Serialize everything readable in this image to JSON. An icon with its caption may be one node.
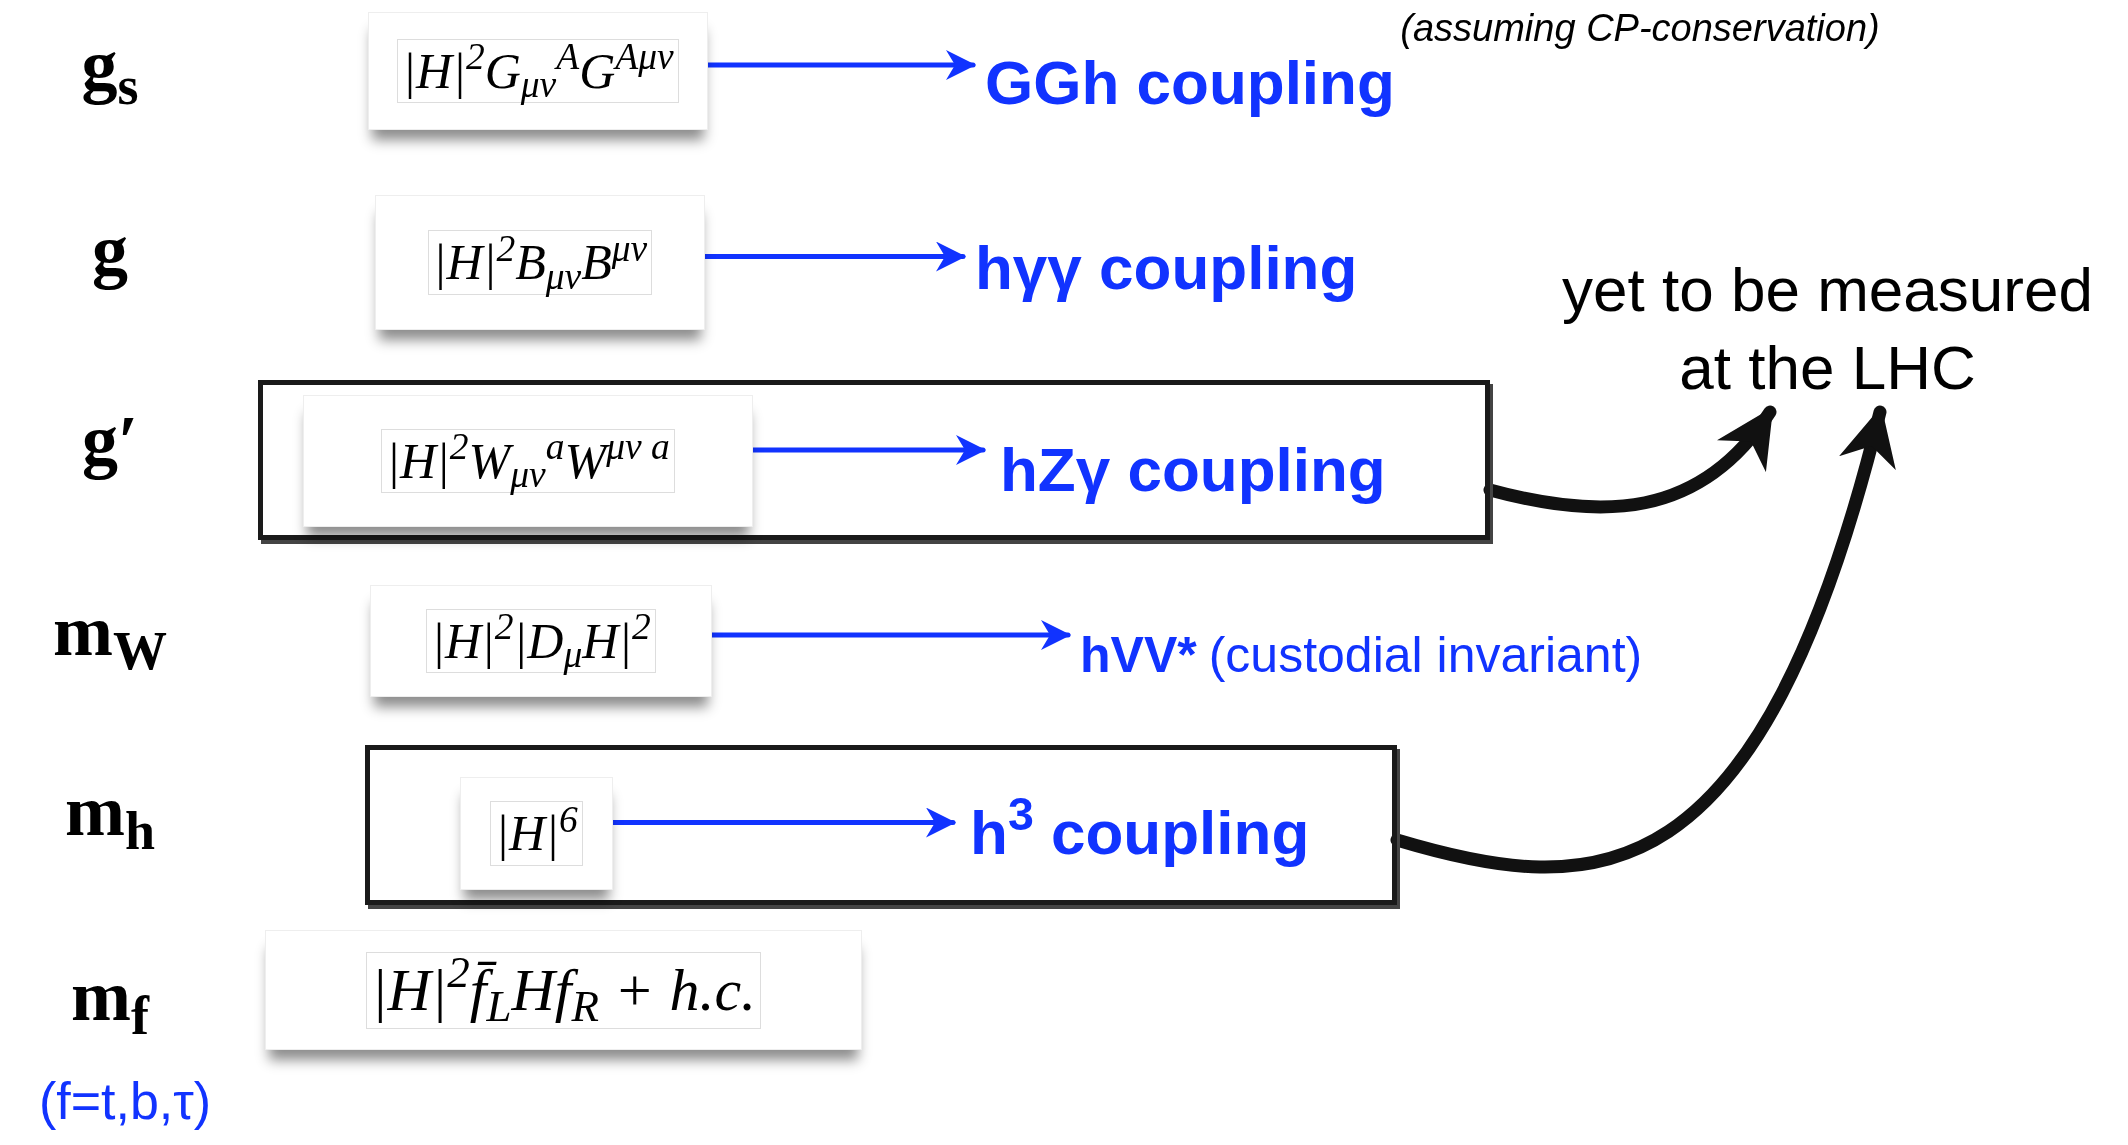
{
  "diagram": {
    "nodes": [
      {
        "text": [
          "|H|$^{2}$G$_{μν}$$^{A}$G$^{Aμν}$"
        ]
      },
      {
        "text": [
          "GGh coupling"
        ]
      },
      {
        "text": [
          "|H|$^{2}$B$_{μν}$B$^{μν}$"
        ]
      },
      {
        "text": [
          "hγγ coupling"
        ]
      },
      {
        "text": [],
        "shape": "box"
      },
      {
        "text": [
          "|H|$^{2}$W$_{μν}$$^{a}$W$^{μν a}$"
        ],
        "in": 4
      },
      {
        "text": [
          "hZγ coupling"
        ],
        "in": 4
      },
      {
        "text": [
          "|H|$^{2}$|D$_{μ}$H|$^{2}$"
        ]
      },
      {
        "text": [
          "hVV*",
          "(custodial invariant)"
        ]
      },
      {
        "text": [],
        "shape": "box"
      },
      {
        "text": [
          "|H|$^{6}$"
        ],
        "in": 9
      },
      {
        "text": [
          "h$^{3}$ coupling"
        ],
        "in": 9
      },
      {
        "text": [
          "|H|$^{2}$f̄$_{L}$Hf$_{R}$ + h.c."
        ]
      },
      {
        "text": [
          "yet to be measured at the LHC"
        ]
      }
    ],
    "edges": [
      {
        "from": 0,
        "to": 1,
        "arrow": "to"
      },
      {
        "from": 2,
        "to": 3,
        "arrow": "to"
      },
      {
        "from": 5,
        "to": 6,
        "arrow": "to"
      },
      {
        "from": 7,
        "to": 8,
        "arrow": "to"
      },
      {
        "from": 10,
        "to": 11,
        "arrow": "to"
      },
      {
        "from": 4,
        "to": 13,
        "arrow": "to",
        "style": "thick",
        "color": "#111111"
      },
      {
        "from": 9,
        "to": 13,
        "arrow": "to",
        "style": "thick",
        "color": "#111111"
      }
    ],
    "labels": [
      "(assuming CP-conservation)",
      "g$_{s}$",
      "g",
      "g′",
      "m$_{W}$",
      "m$_{h}$",
      "m$_{f}$",
      "(f=t,b,τ)"
    ]
  }
}
